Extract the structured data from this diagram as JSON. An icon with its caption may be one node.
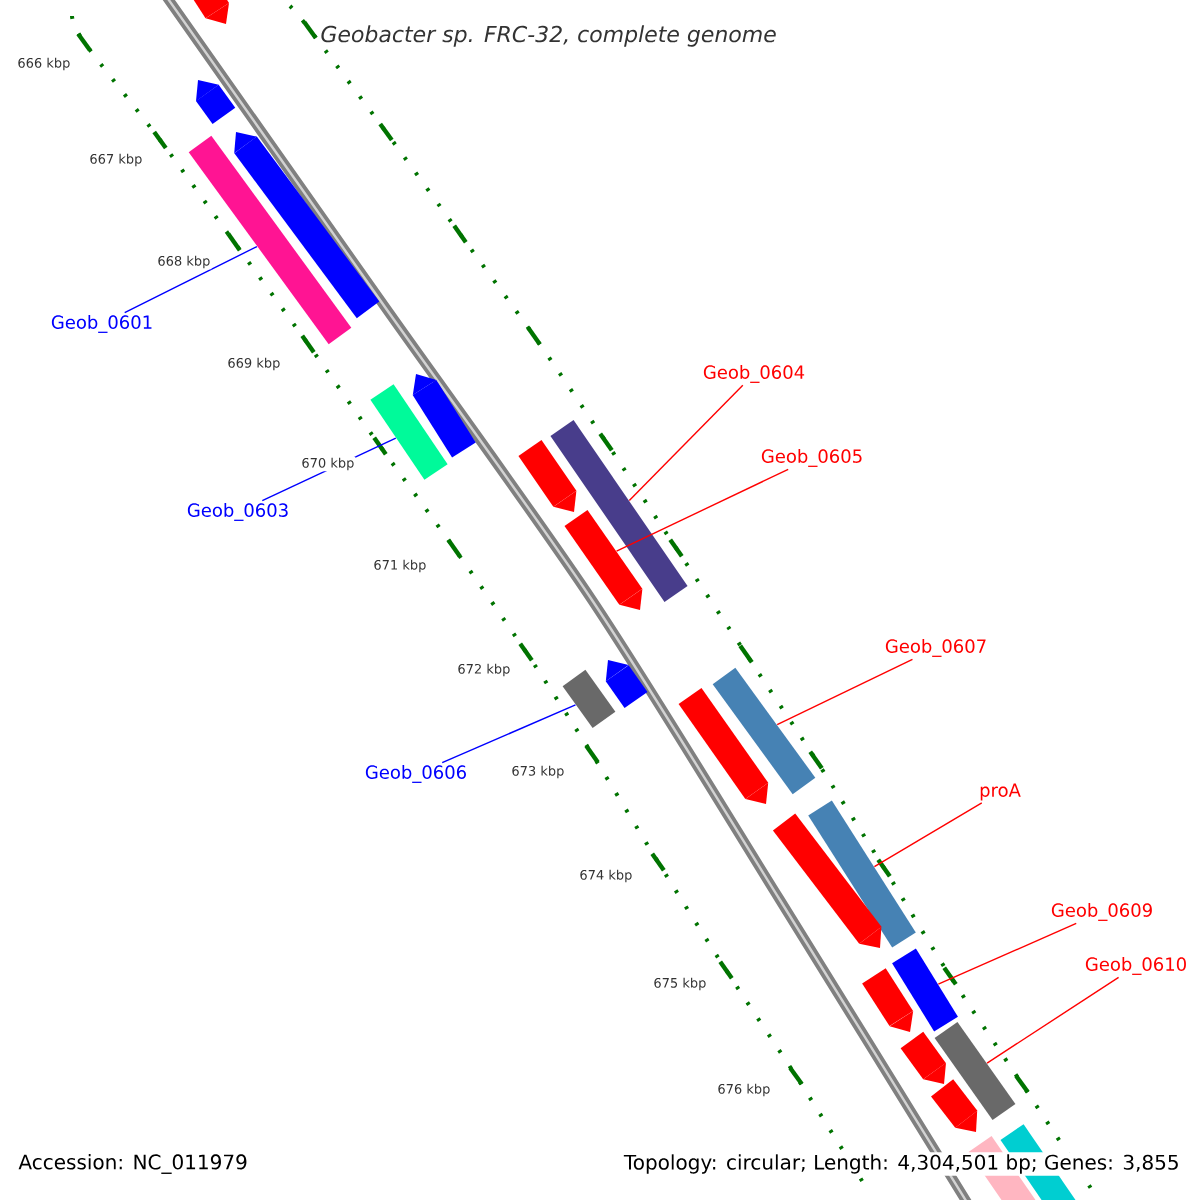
{
  "diagram": {
    "title": "*Geobacter sp.* FRC-32, complete genome",
    "nodes": [
      {
        "text": [
          "Geob_0601"
        ]
      },
      {
        "text": [],
        "shape": "bar"
      },
      {
        "text": [
          "Geob_0603"
        ]
      },
      {
        "text": [],
        "shape": "bar"
      },
      {
        "text": [
          "Geob_0604"
        ]
      },
      {
        "text": [],
        "shape": "bar"
      },
      {
        "text": [
          "Geob_0605"
        ]
      },
      {
        "text": [],
        "shape": "bar"
      },
      {
        "text": [
          "Geob_0606"
        ]
      },
      {
        "text": [],
        "shape": "bar"
      },
      {
        "text": [
          "Geob_0607"
        ]
      },
      {
        "text": [],
        "shape": "bar"
      },
      {
        "text": [
          "proA"
        ]
      },
      {
        "text": [],
        "shape": "bar"
      },
      {
        "text": [
          "Geob_0609"
        ]
      },
      {
        "text": [],
        "shape": "bar"
      },
      {
        "text": [
          "Geob_0610"
        ]
      },
      {
        "text": [],
        "shape": "bar"
      },
      {
        "text": [],
        "shape": "bar"
      },
      {
        "text": [],
        "shape": "bar"
      },
      {
        "text": [],
        "shape": "bar"
      },
      {
        "text": [],
        "shape": "bar"
      },
      {
        "text": [],
        "shape": "bar"
      },
      {
        "text": [],
        "shape": "bar"
      },
      {
        "text": [],
        "shape": "bar"
      },
      {
        "text": [],
        "shape": "bar"
      },
      {
        "text": [],
        "shape": "bar"
      },
      {
        "text": [],
        "shape": "bar"
      },
      {
        "text": [],
        "shape": "bar"
      },
      {
        "text": [],
        "shape": "bar"
      },
      {
        "text": [],
        "shape": "bar"
      }
    ],
    "edges": [
      {
        "from": 0,
        "to": 1,
        "arrow": "none",
        "color": "#0000ff"
      },
      {
        "from": 2,
        "to": 3,
        "arrow": "none",
        "color": "#0000ff"
      },
      {
        "from": 4,
        "to": 5,
        "arrow": "none"
      },
      {
        "from": 6,
        "to": 7,
        "arrow": "none"
      },
      {
        "from": 8,
        "to": 9,
        "arrow": "none",
        "color": "#0000ff"
      },
      {
        "from": 10,
        "to": 11,
        "arrow": "none"
      },
      {
        "from": 12,
        "to": 13,
        "arrow": "none"
      },
      {
        "from": 14,
        "to": 15,
        "arrow": "none"
      },
      {
        "from": 16,
        "to": 17,
        "arrow": "none"
      }
    ],
    "labels": [
      "666 kbp",
      "667 kbp",
      "668 kbp",
      "669 kbp",
      "670 kbp",
      "671 kbp",
      "672 kbp",
      "673 kbp",
      "674 kbp",
      "675 kbp",
      "676 kbp",
      "Accession: NC_011979",
      "Topology: circular; Length: 4,304,501 bp; Genes: 3,855"
    ]
  }
}
